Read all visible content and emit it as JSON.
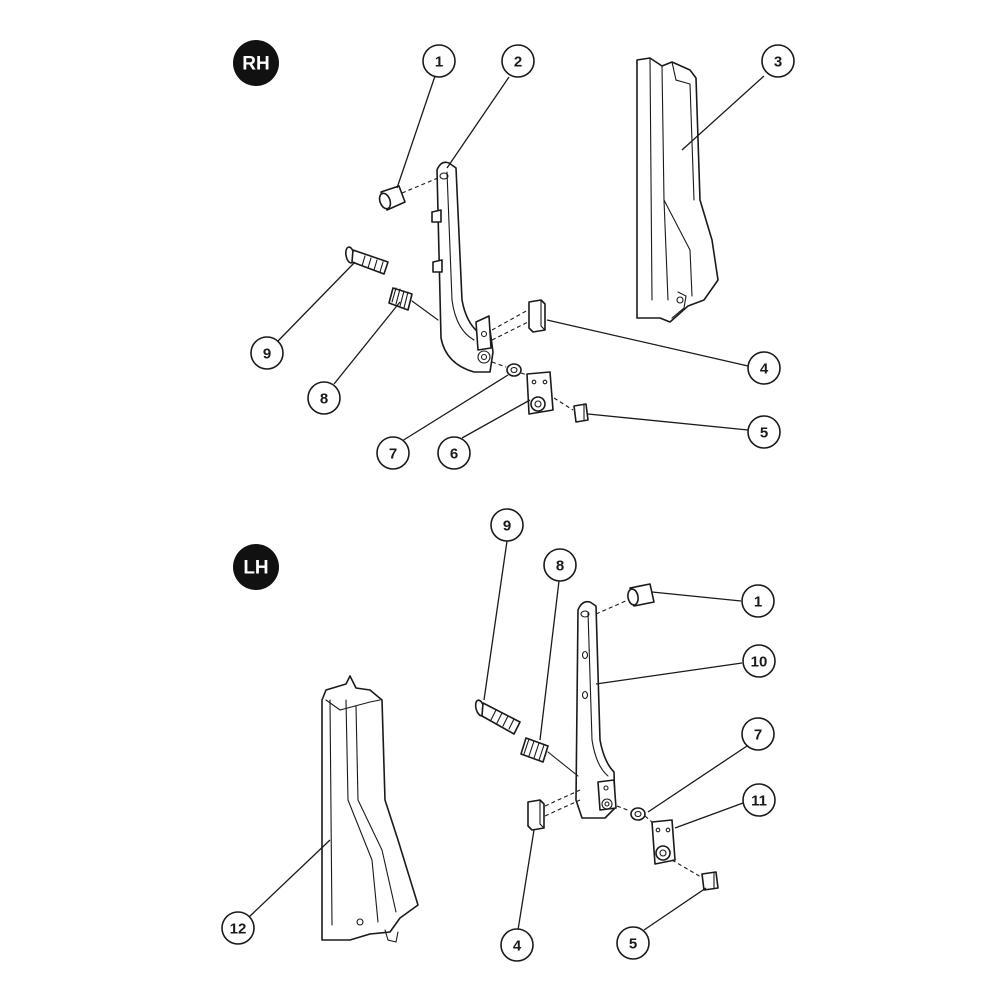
{
  "colors": {
    "line": "#1a1a1a",
    "badge_fill": "#111111",
    "background": "#ffffff"
  },
  "assemblies": {
    "rh": {
      "badge": "RH",
      "callouts": [
        "1",
        "2",
        "3",
        "4",
        "5",
        "6",
        "7",
        "8",
        "9"
      ]
    },
    "lh": {
      "badge": "LH",
      "callouts": [
        "9",
        "8",
        "1",
        "10",
        "7",
        "11",
        "12",
        "4",
        "5"
      ]
    }
  }
}
